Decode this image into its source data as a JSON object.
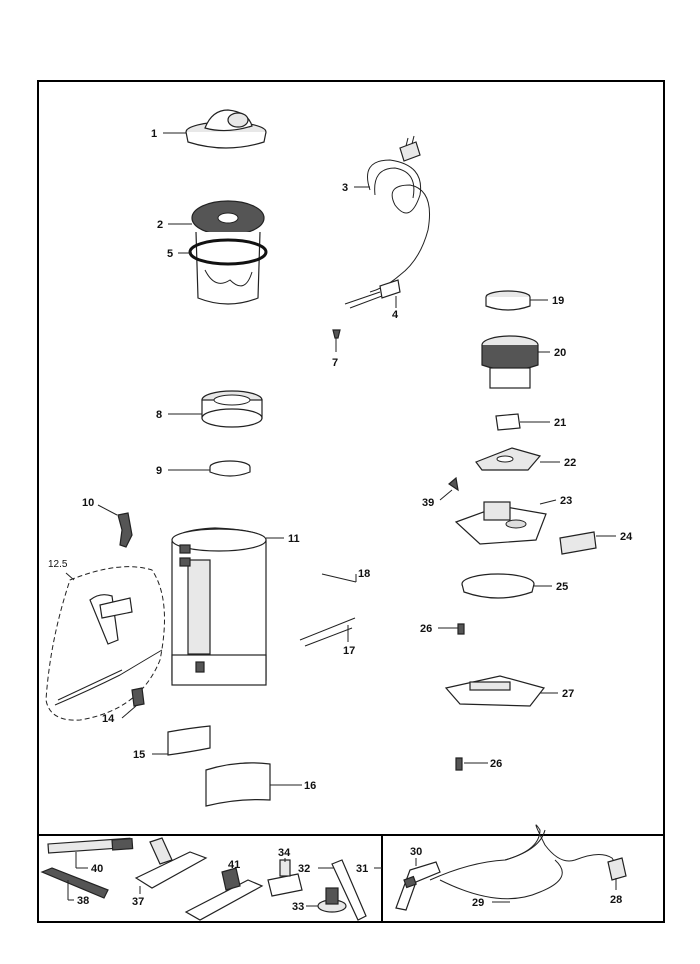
{
  "labels": {
    "p1": "1",
    "p2": "2",
    "p3": "3",
    "p4": "4",
    "p5": "5",
    "p7": "7",
    "p8": "8",
    "p9": "9",
    "p10": "10",
    "p11": "11",
    "p12_5": "12.5",
    "p14": "14",
    "p15": "15",
    "p16": "16",
    "p17": "17",
    "p18": "18",
    "p19": "19",
    "p20": "20",
    "p21": "21",
    "p22": "22",
    "p23": "23",
    "p24": "24",
    "p25": "25",
    "p26a": "26",
    "p26b": "26",
    "p27": "27",
    "p28": "28",
    "p29": "29",
    "p30": "30",
    "p31": "31",
    "p32": "32",
    "p33": "33",
    "p34": "34",
    "p37": "37",
    "p38": "38",
    "p39": "39",
    "p40": "40",
    "p41": "41"
  }
}
